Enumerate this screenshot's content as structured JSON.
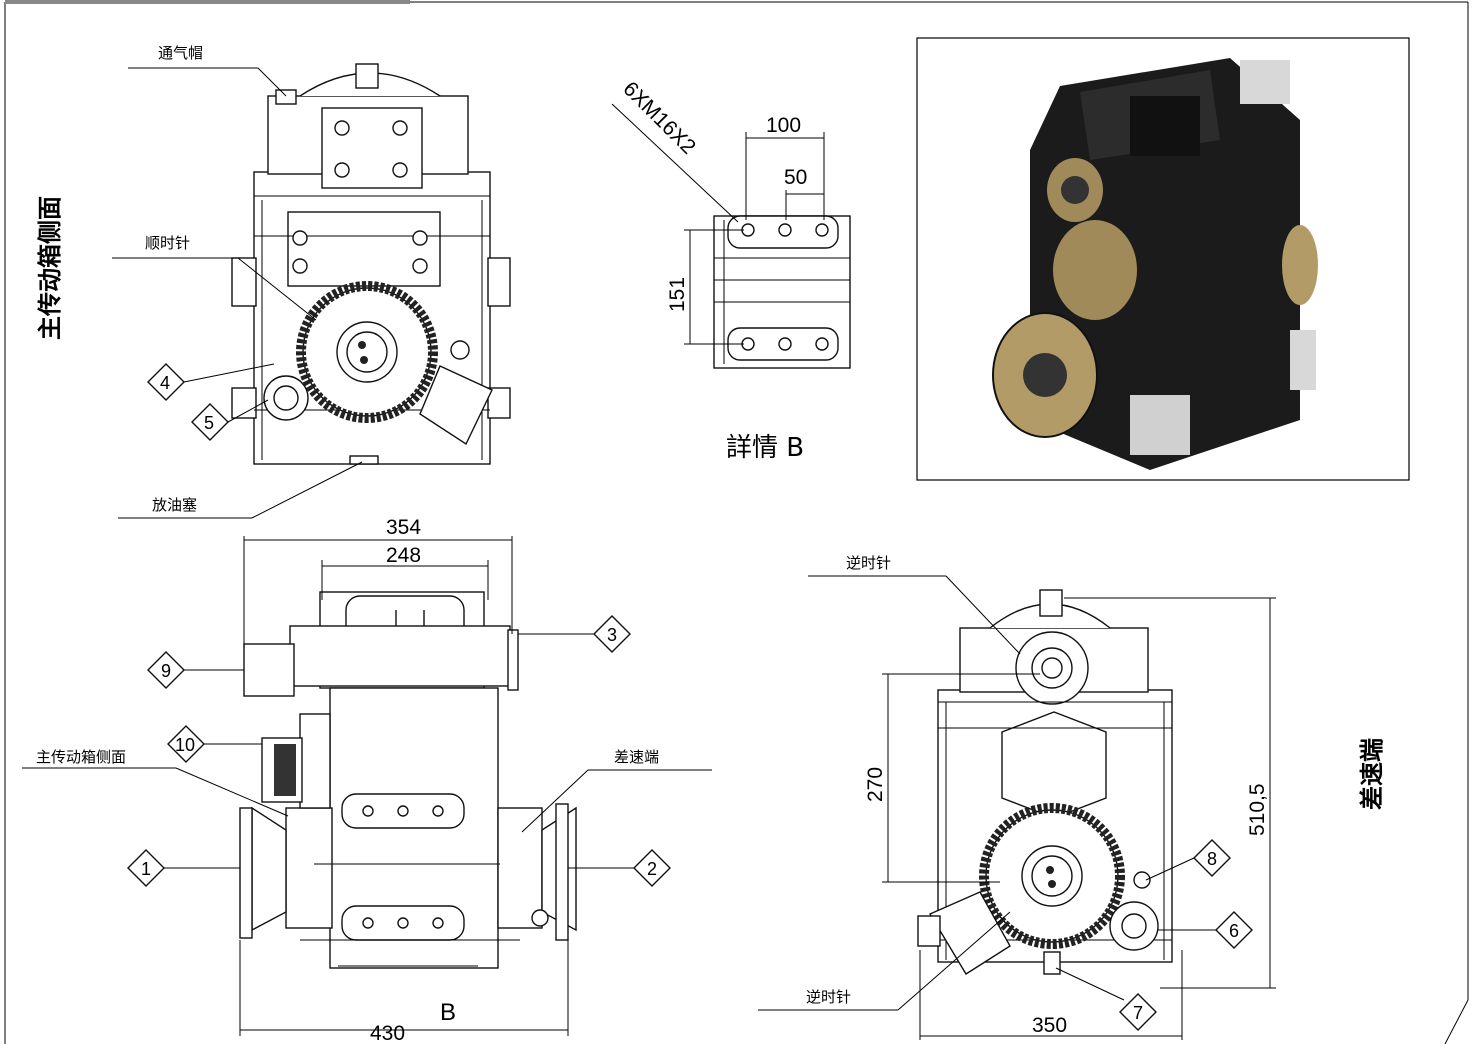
{
  "side_titles": {
    "left_vertical": "主传动箱侧面",
    "right_vertical": "差速端"
  },
  "callouts": {
    "breather_cap": "通气帽",
    "clockwise": "顺时针",
    "drain_plug": "放油塞",
    "main_drive_side": "主传动箱侧面",
    "diff_end": "差速端",
    "counterclockwise_top": "逆时针",
    "counterclockwise_bottom": "逆时针"
  },
  "detail": {
    "title": "詳情 B",
    "thread_spec": "6XM16X2",
    "dim_100": "100",
    "dim_50": "50",
    "dim_151": "151"
  },
  "dimensions": {
    "top_354": "354",
    "top_248": "248",
    "bottom_430": "430",
    "view_label_b": "B",
    "right_270": "270",
    "right_510": "510,5",
    "bottom_350": "350"
  },
  "balloons": [
    "1",
    "2",
    "3",
    "4",
    "5",
    "6",
    "7",
    "8",
    "9",
    "10"
  ]
}
